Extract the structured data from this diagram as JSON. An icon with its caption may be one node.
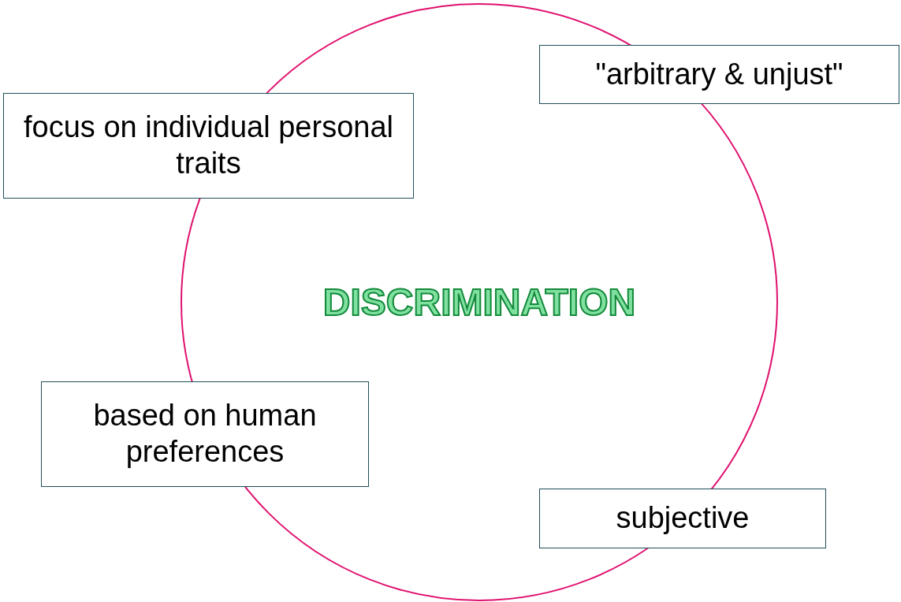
{
  "diagram": {
    "nodes": [
      {
        "text": [
          "\"arbitrary & unjust\""
        ]
      },
      {
        "text": [
          "focus on individual personal traits"
        ]
      },
      {
        "text": [
          "DISCRIMINATION"
        ]
      },
      {
        "text": [
          "based on human preferences"
        ]
      },
      {
        "text": [
          "subjective"
        ]
      }
    ]
  }
}
